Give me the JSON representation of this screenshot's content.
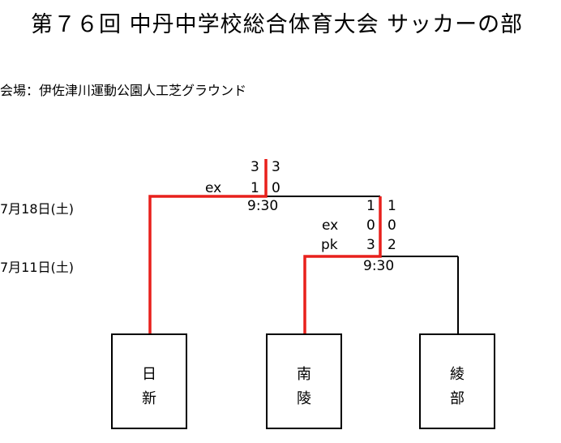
{
  "title": "第７６回 中丹中学校総合体育大会 サッカーの部",
  "venue": "会場：伊佐津川運動公園人工芝グラウンド",
  "rounds": {
    "final": {
      "date": "7月18日(土)",
      "time": "9:30",
      "score_left": "3",
      "score_right": "3",
      "ex_label": "ex",
      "ex_left": "1",
      "ex_right": "0"
    },
    "semi": {
      "date": "7月11日(土)",
      "time": "9:30",
      "score_left": "1",
      "score_right": "1",
      "ex_label": "ex",
      "ex_left": "0",
      "ex_right": "0",
      "pk_label": "pk",
      "pk_left": "3",
      "pk_right": "2"
    }
  },
  "teams": [
    {
      "name": "日\n新"
    },
    {
      "name": "南\n陵"
    },
    {
      "name": "綾\n部"
    }
  ],
  "colors": {
    "winner_line": "#e8201c",
    "line": "#000000"
  }
}
